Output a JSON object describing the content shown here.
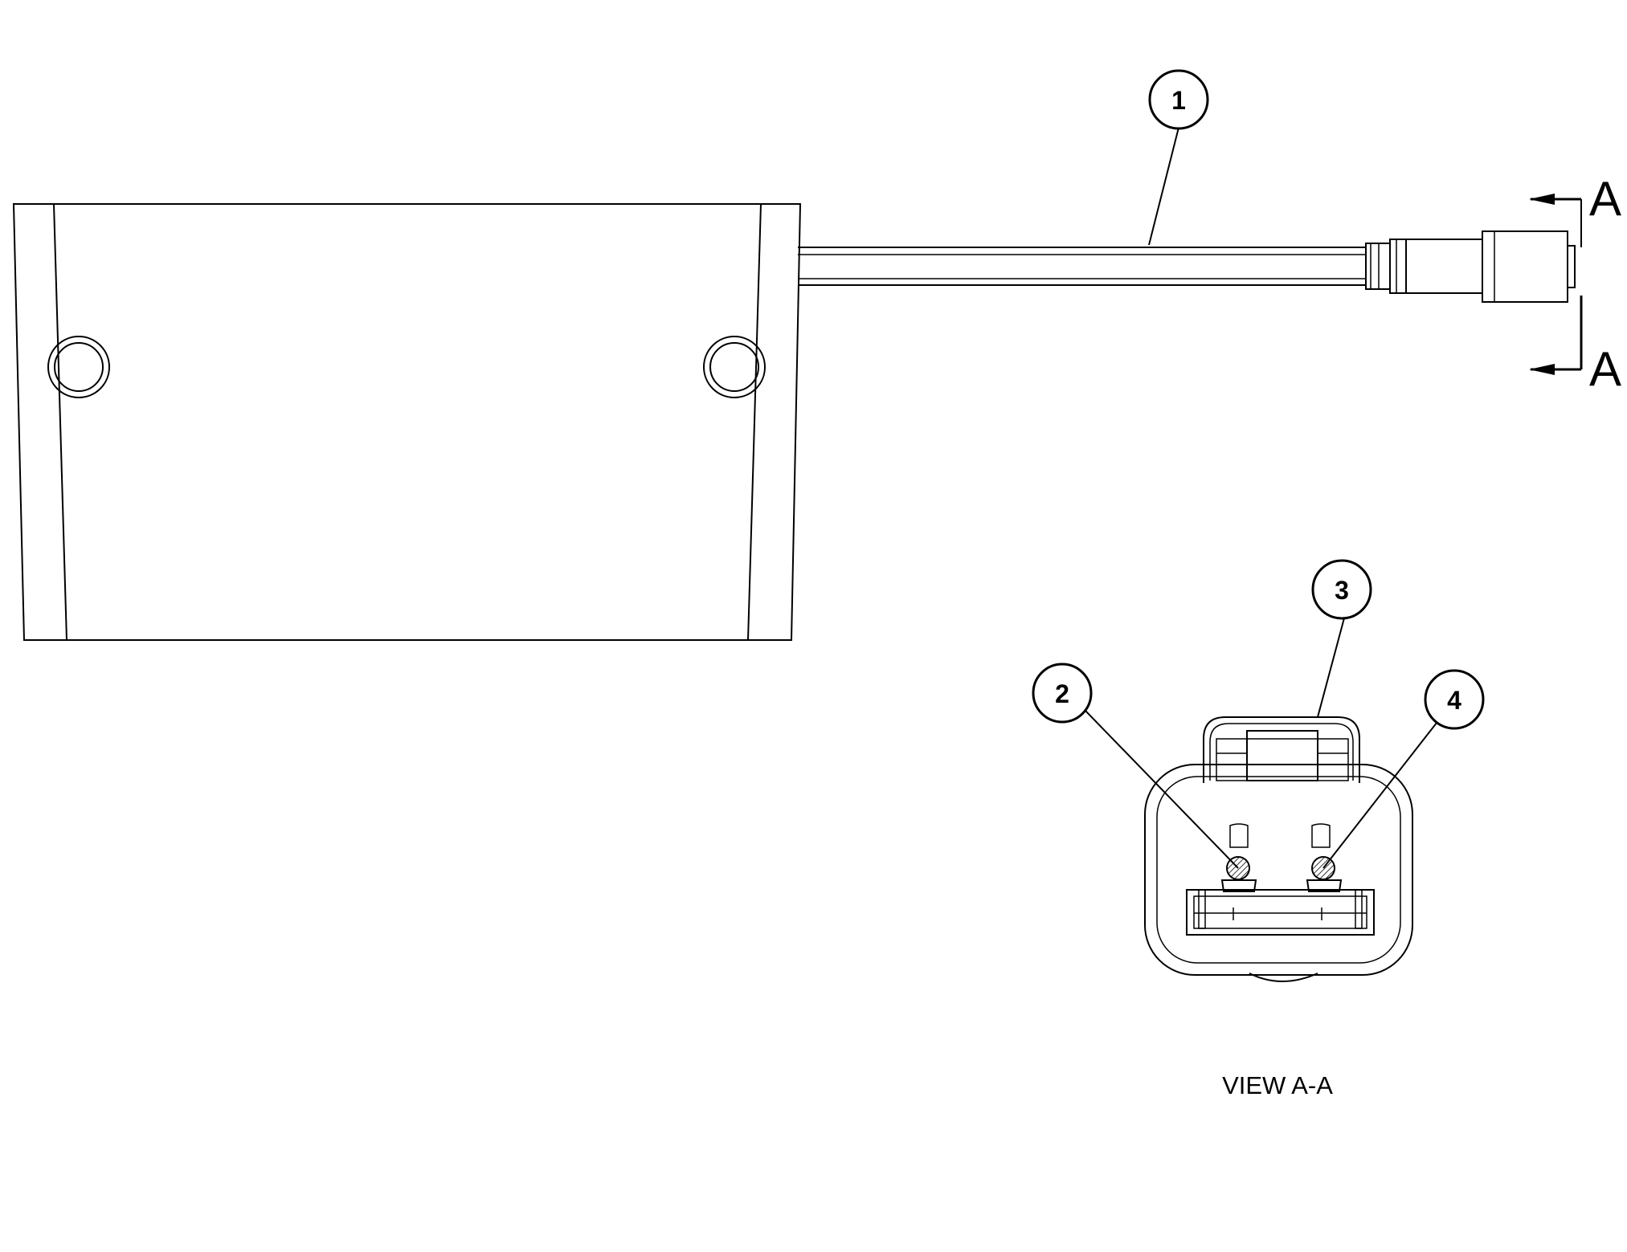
{
  "diagram": {
    "callouts": [
      {
        "id": "callout-1",
        "label": "1"
      },
      {
        "id": "callout-2",
        "label": "2"
      },
      {
        "id": "callout-3",
        "label": "3"
      },
      {
        "id": "callout-4",
        "label": "4"
      }
    ],
    "section_marker": {
      "top": "A",
      "bottom": "A"
    },
    "view_caption": "VIEW A-A"
  },
  "colors": {
    "line": "#000000",
    "background": "#ffffff"
  }
}
